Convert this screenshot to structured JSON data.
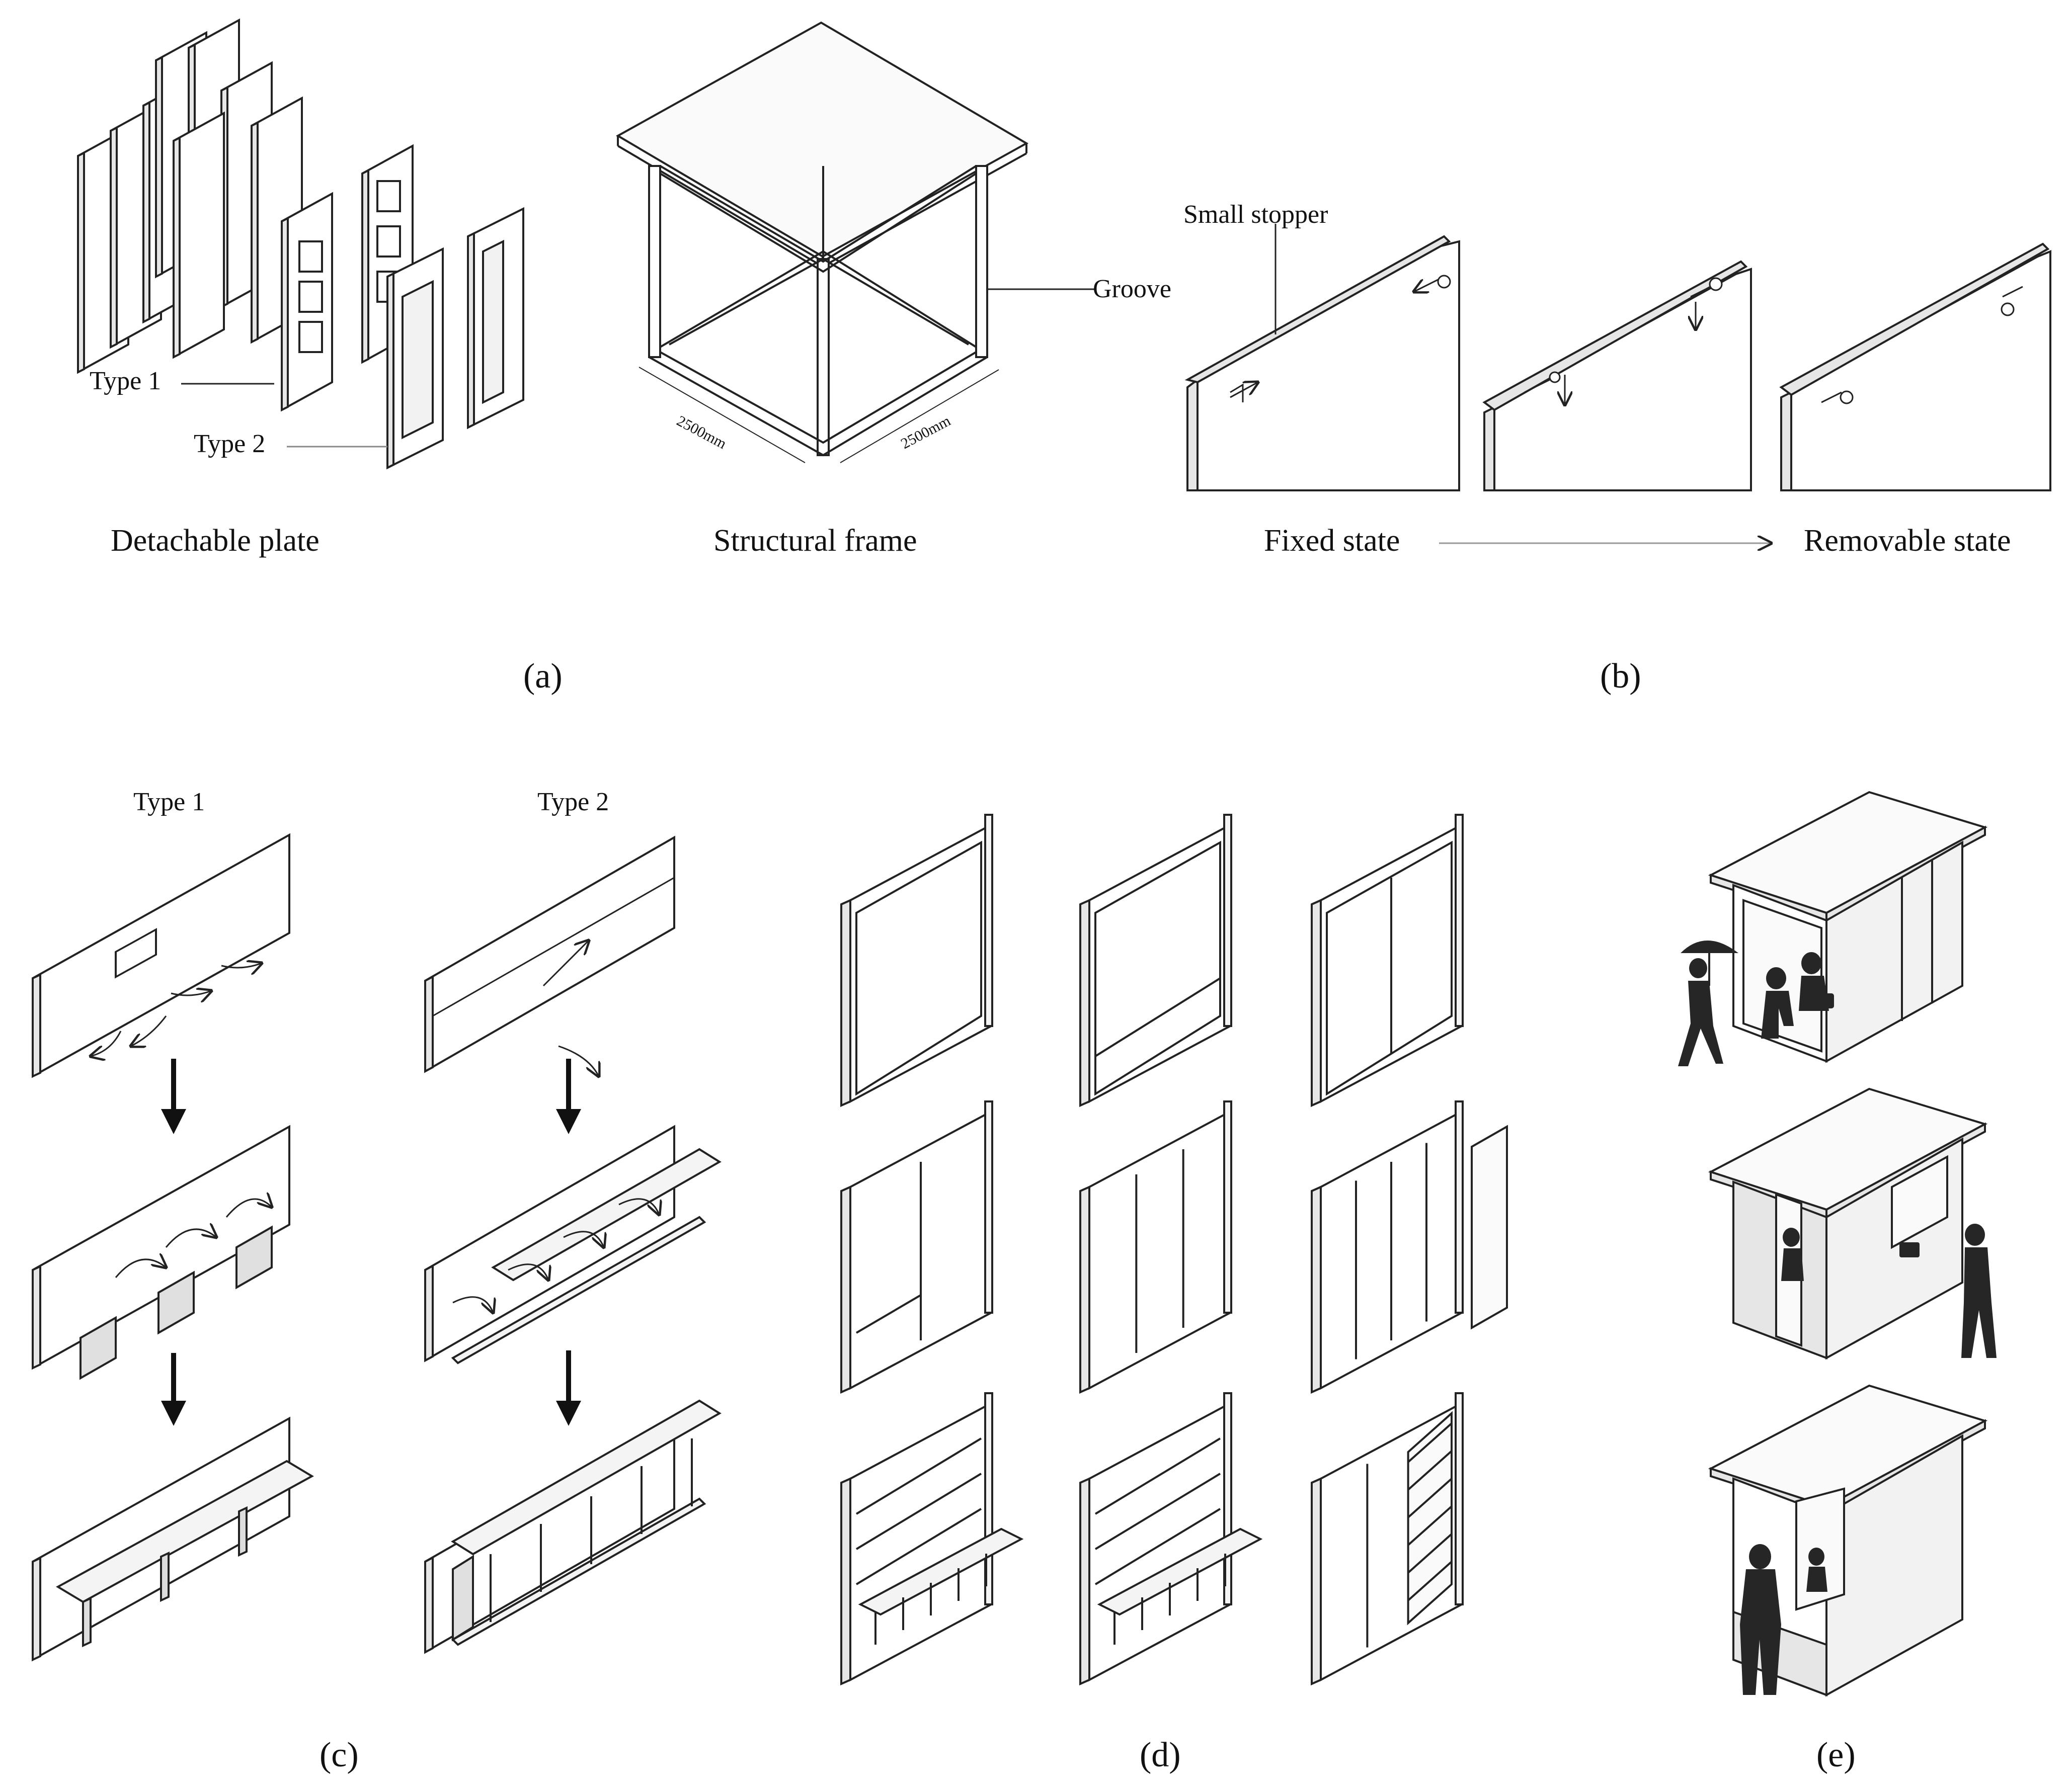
{
  "panel_a": {
    "caption_plates": "Detachable plate",
    "caption_frame": "Structural frame",
    "type1_label": "Type 1",
    "type2_label": "Type 2",
    "groove_label": "Groove",
    "dim_left": "2500mm",
    "dim_right": "2500mm",
    "panel_label": "(a)"
  },
  "panel_b": {
    "stopper_label": "Small stopper",
    "fixed_label": "Fixed state",
    "removable_label": "Removable state",
    "panel_label": "(b)"
  },
  "panel_c": {
    "type1_title": "Type 1",
    "type2_title": "Type 2",
    "panel_label": "(c)"
  },
  "panel_d": {
    "panel_label": "(d)"
  },
  "panel_e": {
    "panel_label": "(e)"
  },
  "colors": {
    "line": "#222222",
    "fill_light": "#e6e6e6",
    "fill_panel": "#f4f4f4",
    "silhouette": "#262626"
  }
}
